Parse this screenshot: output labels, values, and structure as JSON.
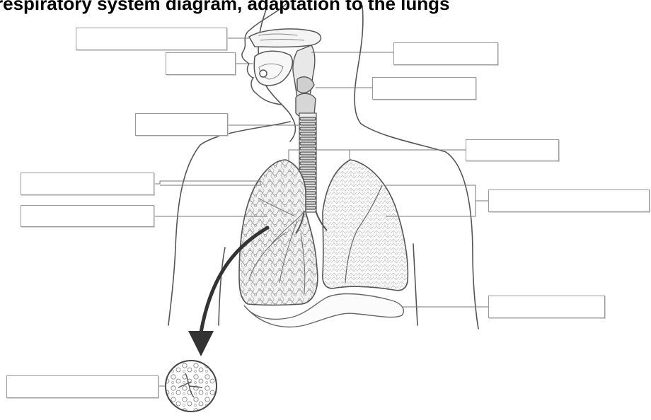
{
  "title": "respiratory system diagram, adaptation to the lungs",
  "label_boxes": [
    {
      "id": "box-nasal-cavity",
      "text": ""
    },
    {
      "id": "box-oral-cavity",
      "text": ""
    },
    {
      "id": "box-pharynx",
      "text": ""
    },
    {
      "id": "box-larynx",
      "text": ""
    },
    {
      "id": "box-trachea",
      "text": ""
    },
    {
      "id": "box-bronchi",
      "text": ""
    },
    {
      "id": "box-bronchioles",
      "text": ""
    },
    {
      "id": "box-lung-left",
      "text": ""
    },
    {
      "id": "box-lungs",
      "text": ""
    },
    {
      "id": "box-diaphragm",
      "text": ""
    },
    {
      "id": "box-alveoli",
      "text": ""
    }
  ],
  "colors": {
    "outline": "#555555",
    "light_outline": "#8a8a8a",
    "tissue": "#b5b5b5",
    "arrow": "#333333",
    "box_border": "#9a9a9a"
  }
}
